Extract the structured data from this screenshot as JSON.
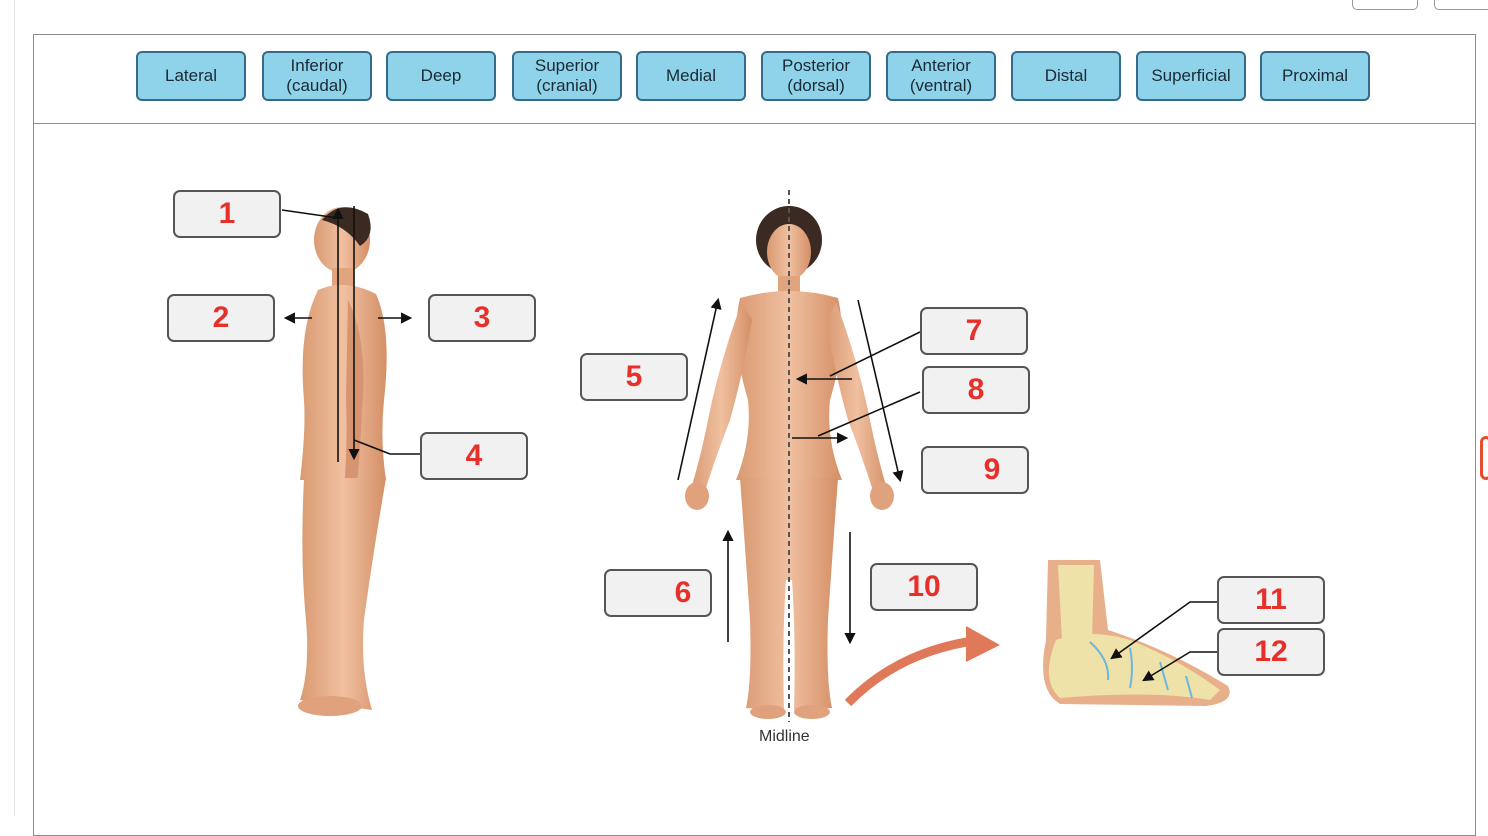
{
  "terms": [
    {
      "label": "Lateral"
    },
    {
      "label": "Inferior\n(caudal)"
    },
    {
      "label": "Deep"
    },
    {
      "label": "Superior\n(cranial)"
    },
    {
      "label": "Medial"
    },
    {
      "label": "Posterior\n(dorsal)"
    },
    {
      "label": "Anterior\n(ventral)"
    },
    {
      "label": "Distal"
    },
    {
      "label": "Superficial"
    },
    {
      "label": "Proximal"
    }
  ],
  "targets": [
    {
      "number": "1"
    },
    {
      "number": "2"
    },
    {
      "number": "3"
    },
    {
      "number": "4"
    },
    {
      "number": "5"
    },
    {
      "number": "6"
    },
    {
      "number": "7"
    },
    {
      "number": "8"
    },
    {
      "number": "9"
    },
    {
      "number": "10"
    },
    {
      "number": "11"
    },
    {
      "number": "12"
    }
  ],
  "figure": {
    "midline_label": "Midline"
  },
  "colors": {
    "term_bg": "#8fd3ea",
    "term_border": "#356b8a",
    "number_red": "#e8302b",
    "skin": "#e9ad86",
    "bone": "#efe2a8",
    "curved_arrow": "#e0795a"
  }
}
